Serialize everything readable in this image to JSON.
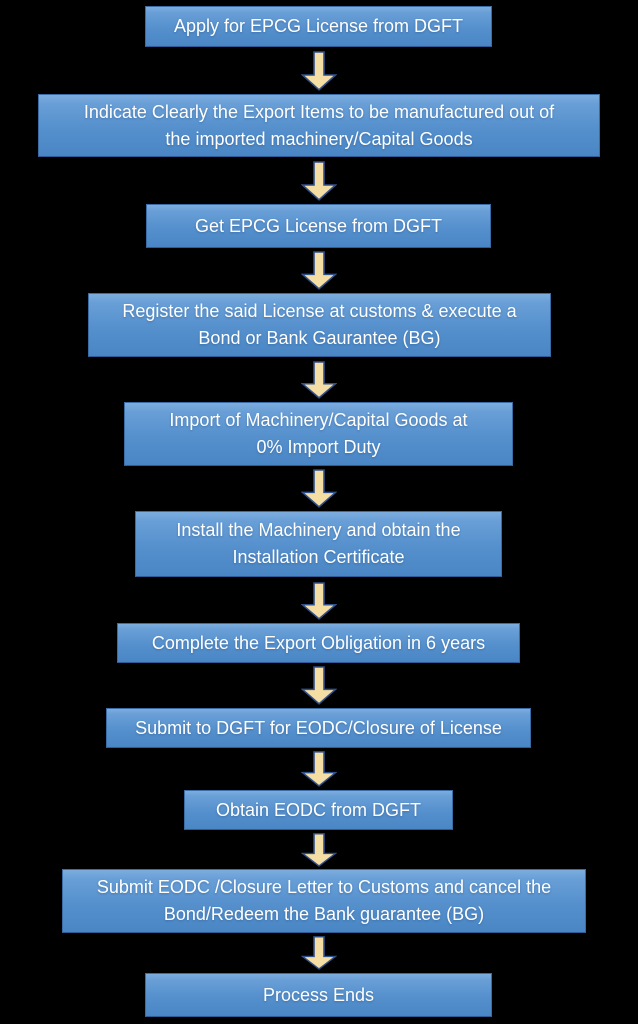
{
  "diagram": {
    "type": "flowchart",
    "subject": "EPCG License process",
    "direction": "top-to-bottom",
    "connector": "down-arrow",
    "colors": {
      "background": "#000000",
      "box_fill_top": "#7cadde",
      "box_fill_bottom": "#4a86c5",
      "box_border": "#3a6ca6",
      "box_text": "#ffffff",
      "arrow_fill": "#f4dea4",
      "arrow_outline": "#31518c"
    },
    "steps": [
      {
        "label": "Apply for EPCG License from DGFT"
      },
      {
        "label": "Indicate Clearly the Export Items to be manufactured out of\nthe imported machinery/Capital Goods"
      },
      {
        "label": "Get EPCG License from DGFT"
      },
      {
        "label": "Register the said License at customs & execute a\nBond or Bank Gaurantee (BG)"
      },
      {
        "label": "Import of Machinery/Capital Goods at\n0% Import Duty"
      },
      {
        "label": "Install the Machinery and obtain the\nInstallation Certificate"
      },
      {
        "label": "Complete the Export Obligation in 6 years"
      },
      {
        "label": "Submit to DGFT for EODC/Closure of License"
      },
      {
        "label": "Obtain EODC from DGFT"
      },
      {
        "label": "Submit EODC /Closure Letter to Customs and cancel the\nBond/Redeem the Bank guarantee (BG)"
      },
      {
        "label": "Process Ends"
      }
    ]
  }
}
